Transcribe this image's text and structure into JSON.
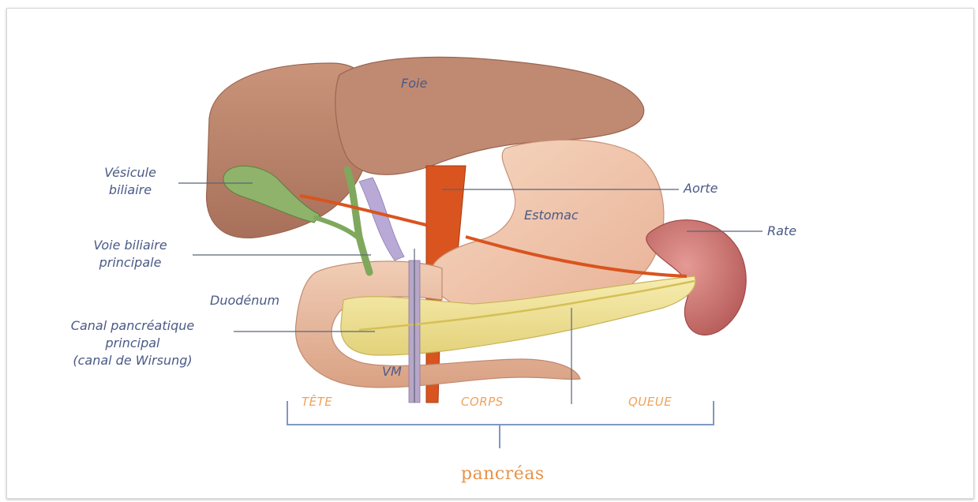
{
  "labels": {
    "foie": "Foie",
    "vesicule_1": "Vésicule",
    "vesicule_2": "biliaire",
    "aorte": "Aorte",
    "estomac": "Estomac",
    "rate": "Rate",
    "voie_1": "Voie biliaire",
    "voie_2": "principale",
    "duodenum": "Duodénum",
    "canal_1": "Canal pancréatique",
    "canal_2": "principal",
    "canal_3": "(canal de Wirsung)",
    "vm": "VM"
  },
  "segments": {
    "tete": "TÊTE",
    "corps": "CORPS",
    "queue": "QUEUE"
  },
  "bottom_label": "pancréas",
  "colors": {
    "label_text": "#4a5a86",
    "segment_text": "#f0a25a",
    "bracket": "#7f97c4",
    "leader": "#5a6478"
  }
}
